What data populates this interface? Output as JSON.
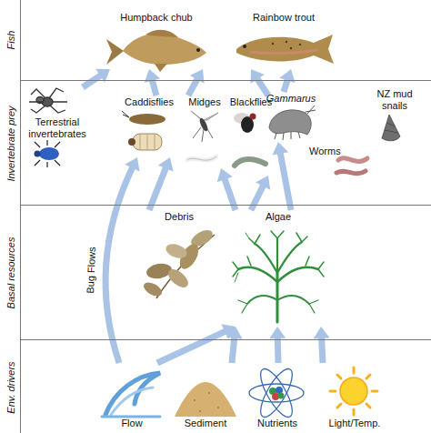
{
  "diagram": {
    "nodes": [
      {
        "text": [
          "Fish"
        ]
      },
      {
        "text": [
          "Humpback chub"
        ],
        "in": 0
      },
      {
        "text": [
          "Rainbow trout"
        ],
        "in": 0
      },
      {
        "text": [
          "Invertebrate prey"
        ]
      },
      {
        "text": [
          "Terrestrial invertebrates"
        ],
        "in": 3
      },
      {
        "text": [
          "Caddisflies"
        ],
        "in": 3
      },
      {
        "text": [
          "Midges"
        ],
        "in": 3
      },
      {
        "text": [
          "Blackflies"
        ],
        "in": 3
      },
      {
        "text": [
          "Gammarus"
        ],
        "in": 3
      },
      {
        "text": [
          "NZ mud snails"
        ],
        "in": 3
      },
      {
        "text": [
          "Worms"
        ],
        "in": 3
      },
      {
        "text": [
          "Basal resources"
        ]
      },
      {
        "text": [
          "Debris"
        ],
        "in": 11
      },
      {
        "text": [
          "Algae"
        ],
        "in": 11
      },
      {
        "text": [
          "Env. drivers"
        ]
      },
      {
        "text": [
          "Flow"
        ],
        "in": 14
      },
      {
        "text": [
          "Sediment"
        ],
        "in": 14
      },
      {
        "text": [
          "Nutrients"
        ],
        "in": 14
      },
      {
        "text": [
          "Light/Temp."
        ],
        "in": 14
      }
    ],
    "edges": [
      {
        "from": 15,
        "to": 5,
        "arrow": "to",
        "label": "Bug Flows"
      },
      {
        "from": 15,
        "to": 13,
        "arrow": "to"
      },
      {
        "from": 16,
        "to": 13,
        "arrow": "to"
      },
      {
        "from": 17,
        "to": 13,
        "arrow": "to"
      },
      {
        "from": 18,
        "to": 13,
        "arrow": "to"
      },
      {
        "from": 12,
        "to": 5,
        "arrow": "to"
      },
      {
        "from": 13,
        "to": 6,
        "arrow": "to"
      },
      {
        "from": 13,
        "to": 7,
        "arrow": "to"
      },
      {
        "from": 13,
        "to": 8,
        "arrow": "to"
      },
      {
        "from": 4,
        "to": 1,
        "arrow": "to"
      },
      {
        "from": 5,
        "to": 1,
        "arrow": "to"
      },
      {
        "from": 6,
        "to": 1,
        "arrow": "to"
      },
      {
        "from": 7,
        "to": 2,
        "arrow": "to"
      },
      {
        "from": 8,
        "to": 2,
        "arrow": "to"
      }
    ]
  }
}
